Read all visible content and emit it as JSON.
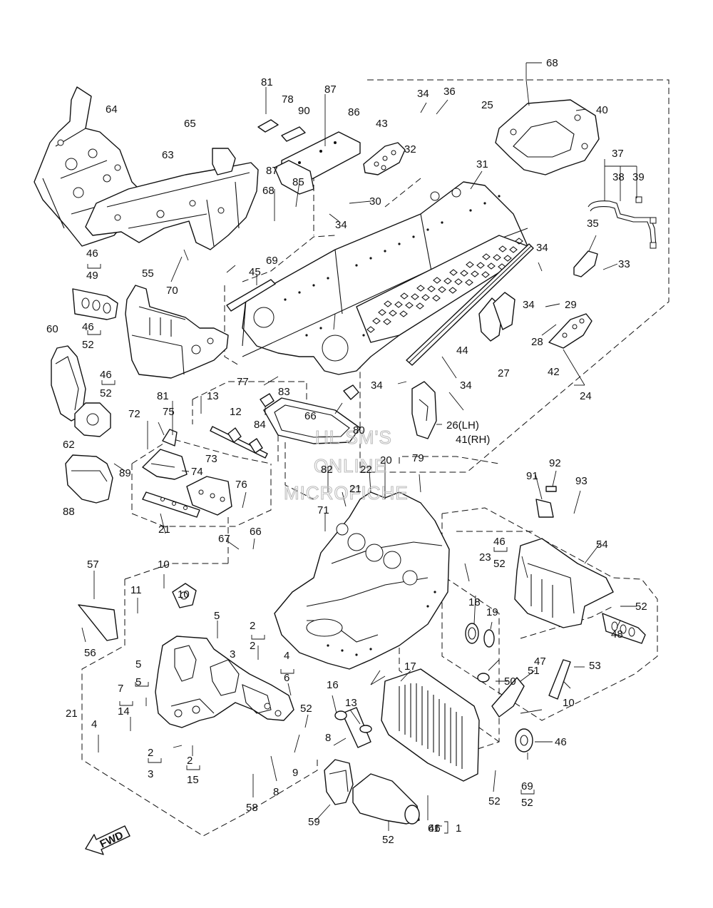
{
  "watermark": {
    "line1": "HL SM'S",
    "line2": "ONLINE",
    "line3": "MICROFICHE"
  },
  "fwd_arrow": {
    "label": "FWD"
  },
  "callouts": [
    "68",
    "81",
    "87",
    "78",
    "90",
    "86",
    "34",
    "36",
    "25",
    "40",
    "64",
    "65",
    "63",
    "43",
    "32",
    "87",
    "85",
    "68",
    "30",
    "31",
    "37",
    "38",
    "39",
    "34",
    "35",
    "34",
    "33",
    "69",
    "70",
    "45",
    "46",
    "49",
    "55",
    "29",
    "34",
    "28",
    "44",
    "60",
    "46",
    "52",
    "27",
    "42",
    "46",
    "52",
    "77",
    "34",
    "34",
    "24",
    "13",
    "83",
    "81",
    "75",
    "72",
    "12",
    "84",
    "66",
    "62",
    "26(LH)",
    "41(RH)",
    "80",
    "73",
    "89",
    "74",
    "82",
    "20",
    "22",
    "79",
    "91",
    "92",
    "93",
    "88",
    "76",
    "21",
    "71",
    "21",
    "67",
    "66",
    "54",
    "46",
    "52",
    "23",
    "57",
    "10",
    "11",
    "10",
    "5",
    "18",
    "19",
    "52",
    "48",
    "56",
    "2",
    "3",
    "2",
    "4",
    "5",
    "6",
    "5",
    "7",
    "14",
    "17",
    "16",
    "13",
    "52",
    "47",
    "50",
    "51",
    "53",
    "10",
    "4",
    "2",
    "3",
    "2",
    "15",
    "8",
    "9",
    "8",
    "58",
    "46",
    "52",
    "69",
    "52",
    "61",
    "59",
    "52",
    "46",
    "1",
    "21"
  ]
}
